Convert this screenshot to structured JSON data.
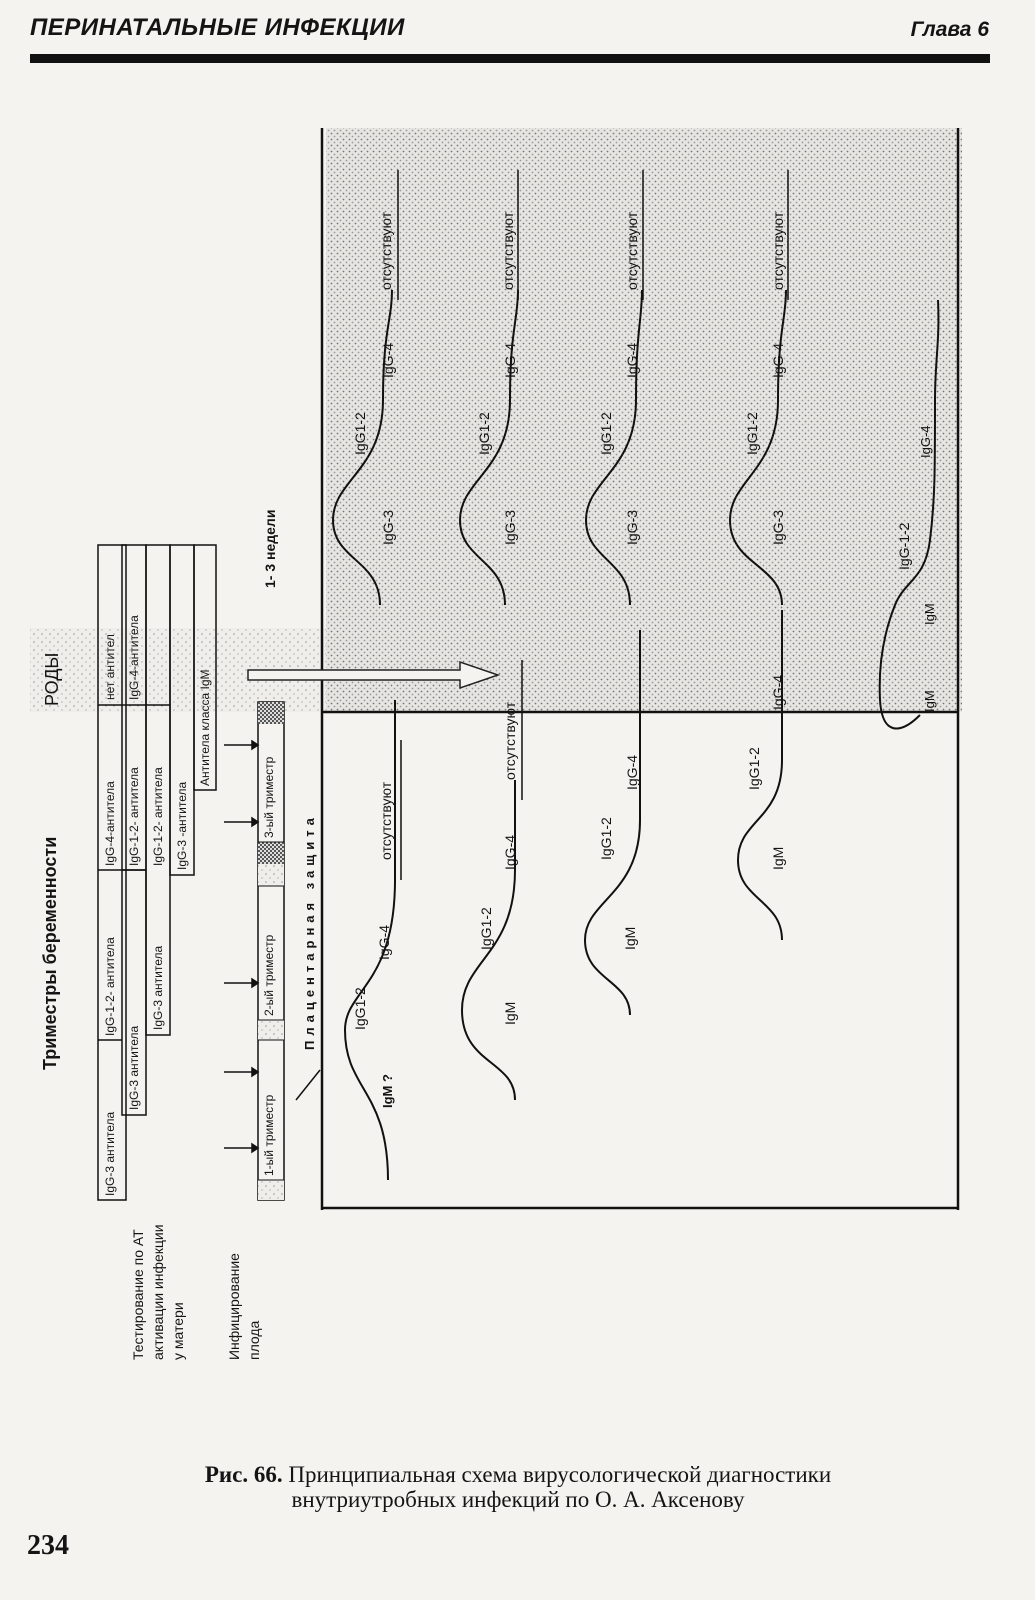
{
  "header": {
    "section_title": "ПЕРИНАТАЛЬНЫЕ ИНФЕКЦИИ",
    "chapter": "Глава 6"
  },
  "figure": {
    "labels": {
      "trimesters_title": "Триместры беременности",
      "birth": "РОДЫ",
      "weeks": "1- 3 недели",
      "testing": [
        "Тестирование по АТ",
        "активации инфекции",
        "у матери"
      ],
      "infection": [
        "Инфицирование",
        "плода"
      ],
      "placental_barrier": "Плацентарная защита"
    },
    "trimesters": [
      "1-ый триместр",
      "2-ый триместр",
      "3-ый триместр"
    ],
    "antibody_table": [
      [
        "IgG-3 антитела",
        "IgG-1-2- антитела",
        "IgG-4-антитела",
        "нет антител"
      ],
      [
        "IgG-3 антитела",
        "IgG-1-2- антитела",
        "IgG-4-антитела"
      ],
      [
        "IgG-3 антитела",
        "IgG-1-2- антитела"
      ],
      [
        "IgG-3 -антитела"
      ],
      [
        "Антитела класса IgM"
      ]
    ],
    "curves": [
      {
        "before_birth": [
          "IgM ?",
          "IgG1-2",
          "IgG-4",
          "отсутствуют"
        ],
        "after_birth": [
          "IgG-3",
          "IgG1-2",
          "IgG-4",
          "отсутствуют"
        ]
      },
      {
        "before_birth": [
          "IgM",
          "IgG1-2",
          "IgG-4",
          "отсутствуют"
        ],
        "after_birth": [
          "IgG-3",
          "IgG1-2",
          "IgG-4",
          "отсутствуют"
        ]
      },
      {
        "before_birth": [
          "IgM",
          "IgG1-2",
          "IgG-4"
        ],
        "after_birth": [
          "IgG-3",
          "IgG1-2",
          "IgG-4",
          "отсутствуют"
        ]
      },
      {
        "before_birth": [
          "IgM",
          "IgG1-2",
          "IgG-4"
        ],
        "after_birth": [
          "IgG-3",
          "IgG1-2",
          "IgG-4",
          "отсутствуют"
        ]
      },
      {
        "before_birth": [
          "IgM"
        ],
        "after_birth": [
          "IgM",
          "IgG-1-2",
          "IgG-4"
        ]
      }
    ]
  },
  "caption": {
    "label": "Рис. 66.",
    "line1": "Принципиальная схема вирусологической диагностики",
    "line2": "внутриутробных инфекций по О. А. Аксенову"
  },
  "page_number": "234"
}
